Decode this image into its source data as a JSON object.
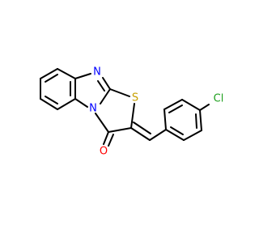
{
  "molecule": {
    "atoms": {
      "nitrogen_upper": "N",
      "nitrogen_lower": "N",
      "sulfur": "S",
      "oxygen": "O",
      "chlorine": "Cl"
    },
    "colors": {
      "bond": "#000000",
      "nitrogen": "#0000ff",
      "sulfur": "#c8a000",
      "oxygen": "#ff0000",
      "chlorine": "#1fa01f"
    }
  }
}
